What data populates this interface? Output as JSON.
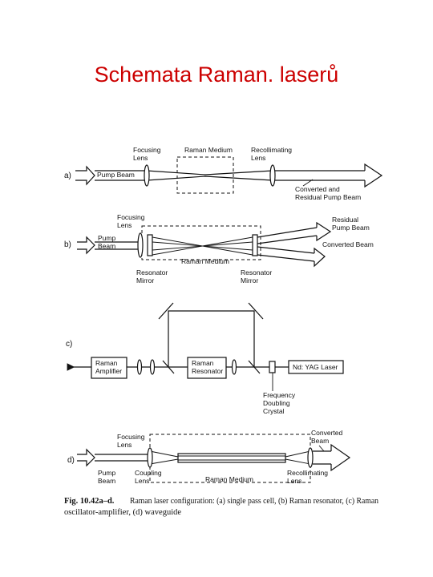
{
  "slide": {
    "title": "Schemata Raman. laserů"
  },
  "figure": {
    "a": {
      "tag": "a)",
      "focusing_lens": [
        "Focusing",
        "Lens"
      ],
      "raman_medium": "Raman Medium",
      "recollimating_lens": [
        "Recollimating",
        "Lens"
      ],
      "pump_beam": "Pump Beam",
      "converted": [
        "Converted and",
        "Residual Pump Beam"
      ]
    },
    "b": {
      "tag": "b)",
      "focusing_lens": [
        "Focusing",
        "Lens"
      ],
      "pump_beam": [
        "Pump",
        "Beam"
      ],
      "residual": [
        "Residual",
        "Pump Beam"
      ],
      "converted": "Converted Beam",
      "raman_medium": "Raman Medium",
      "resonator_mirror_left": [
        "Resonator",
        "Mirror"
      ],
      "resonator_mirror_right": [
        "Resonator",
        "Mirror"
      ]
    },
    "c": {
      "tag": "c)",
      "raman_amplifier": [
        "Raman",
        "Amplifier"
      ],
      "raman_resonator": [
        "Raman",
        "Resonator"
      ],
      "ndyag": "Nd: YAG Laser",
      "frequency_doubling": [
        "Frequency",
        "Doubling",
        "Crystal"
      ]
    },
    "d": {
      "tag": "d)",
      "focusing_lens": [
        "Focusing",
        "Lens"
      ],
      "converted": [
        "Converted",
        "Beam"
      ],
      "pump_beam": [
        "Pump",
        "Beam"
      ],
      "coupling_lens": [
        "Coupling",
        "Lens"
      ],
      "raman_medium": "Raman Medium",
      "recollimating_lens": [
        "Recollimating",
        "Lens"
      ]
    },
    "caption": {
      "fig": "Fig. 10.42a–d.",
      "line1": "Raman laser configuration: (a) single pass cell, (b) Raman resonator, (c) Raman",
      "line2": "oscillator-amplifier, (d) waveguide"
    }
  }
}
